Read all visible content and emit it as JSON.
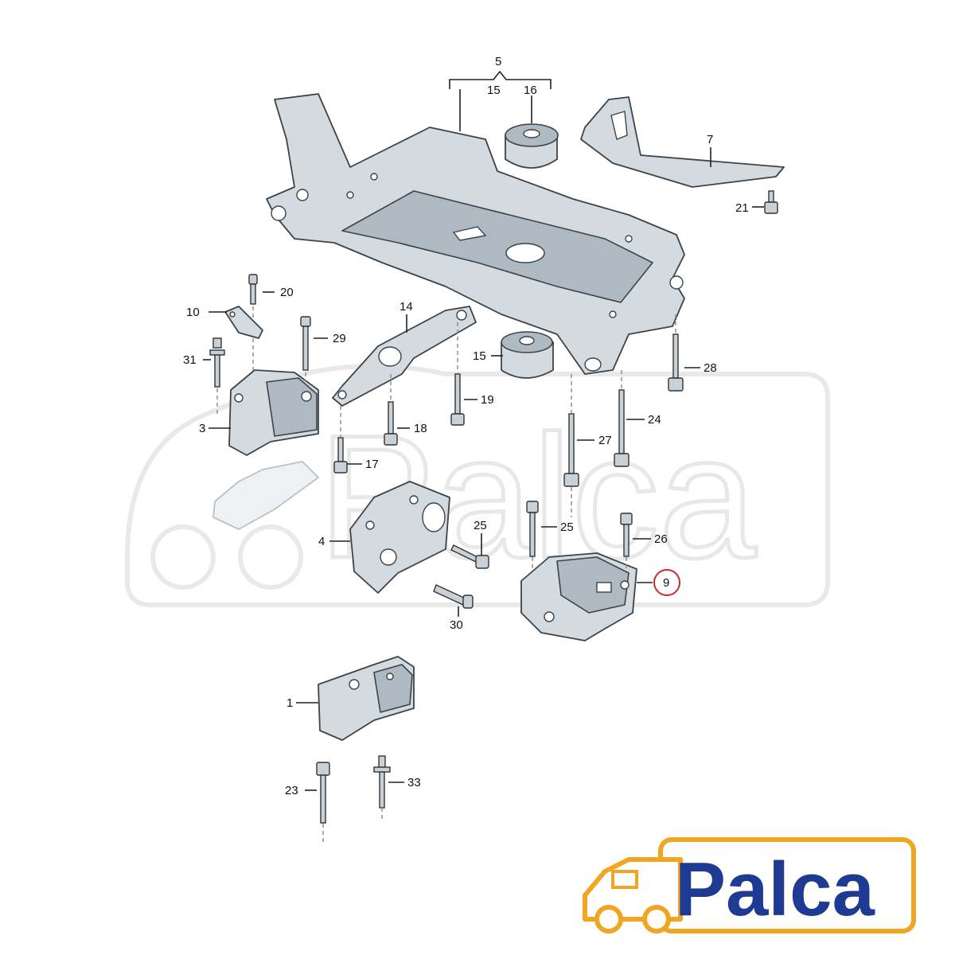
{
  "diagram": {
    "labels": {
      "l5": "5",
      "l15a": "15",
      "l16": "16",
      "l7": "7",
      "l21": "21",
      "l20": "20",
      "l10": "10",
      "l29": "29",
      "l31": "31",
      "l14": "14",
      "l15b": "15",
      "l28": "28",
      "l19": "19",
      "l18": "18",
      "l24": "24",
      "l3": "3",
      "l27": "27",
      "l17": "17",
      "l25a": "25",
      "l25b": "25",
      "l26": "26",
      "l4": "4",
      "l9": "9",
      "l30": "30",
      "l23": "23",
      "l33": "33",
      "l1": "1"
    },
    "highlight_label": "9",
    "highlight_color": "#d0282b"
  },
  "watermark": {
    "text": "Palca"
  },
  "logo": {
    "text": "Palca",
    "text_color": "#1f3a93",
    "car_color": "#f0a623"
  }
}
